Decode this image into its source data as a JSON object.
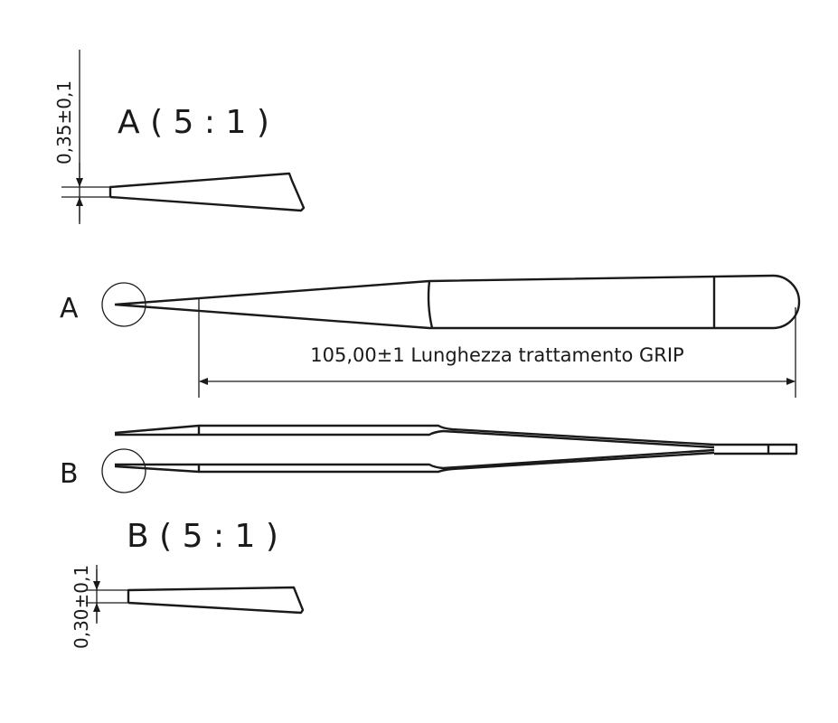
{
  "detail_a": {
    "title": "A ( 5 : 1 )",
    "dimension": "0,35±0,1"
  },
  "detail_b": {
    "title": "B ( 5 : 1 )",
    "dimension": "0,30±0,1"
  },
  "top_view": {
    "label": "A",
    "dimension": "105,00±1 Lunghezza trattamento GRIP"
  },
  "side_view": {
    "label": "B"
  }
}
